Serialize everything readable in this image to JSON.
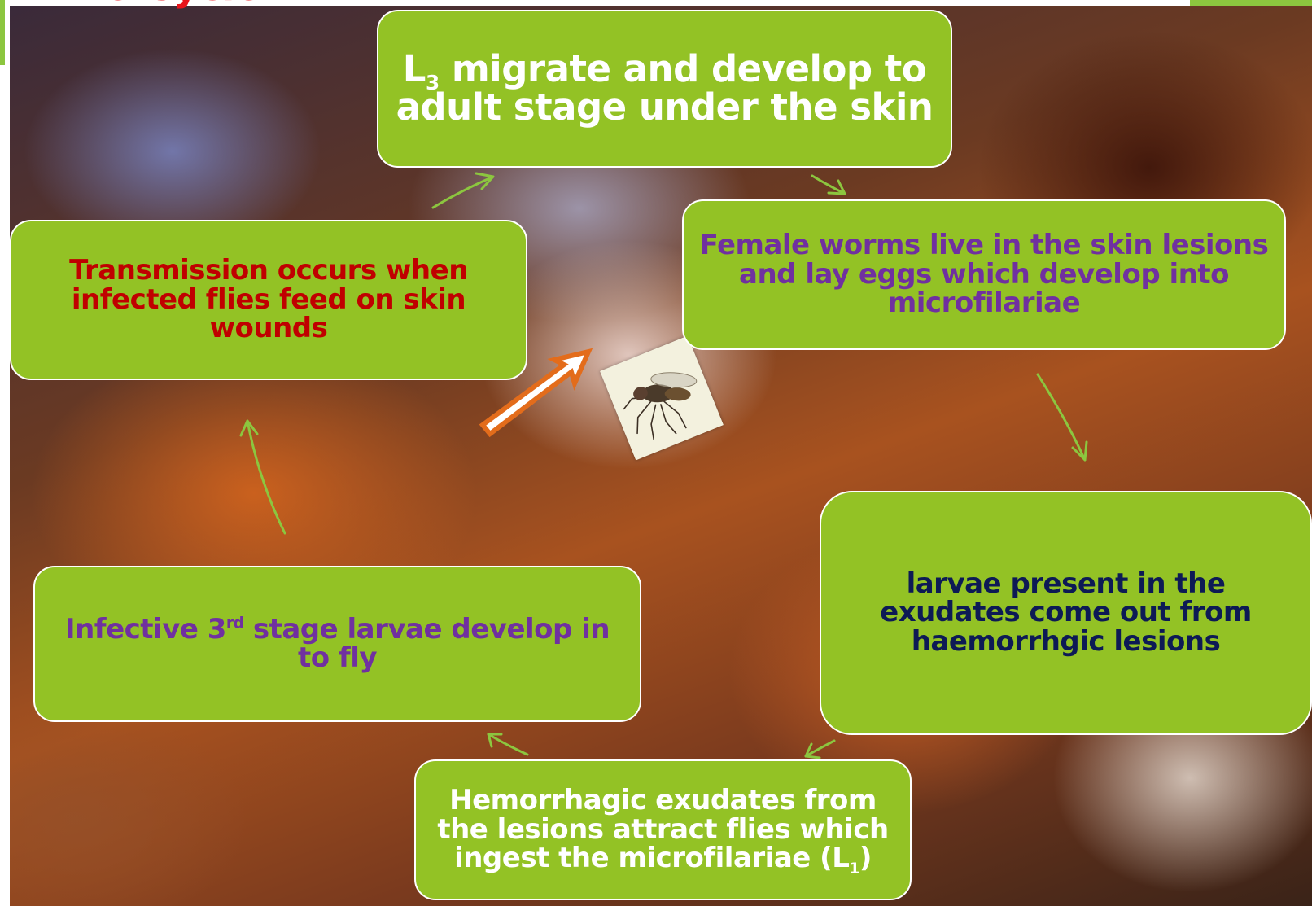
{
  "slide": {
    "title": "Life Cycle:"
  },
  "boxes": {
    "l3_migrate": {
      "text_prefix": "L",
      "text_sub": "3",
      "text_rest": " migrate and develop to adult stage under the skin",
      "color": "#ffffff"
    },
    "female_worms": {
      "text": "Female worms live in the skin lesions and  lay eggs which develop into microfilariae",
      "color": "#7030a0"
    },
    "larvae_exudates": {
      "text": "larvae present in the exudates come out from  haemorrhgic lesions",
      "color": "#0d1a55"
    },
    "hemorrhagic": {
      "text_main": "Hemorrhagic exudates from the lesions attract flies which ingest the microfilariae (L",
      "text_sub": "1",
      "text_end": ")",
      "color": "#ffffff"
    },
    "infective": {
      "text_prefix": "Infective 3",
      "text_sup": "rd",
      "text_rest": " stage larvae develop in  to fly",
      "color": "#7030a0"
    },
    "transmission": {
      "text": "Transmission occurs when infected flies feed on  skin wounds",
      "color": "#c00000"
    }
  },
  "colors": {
    "box_fill": "#93c225",
    "box_border": "#ffffff",
    "cycle_arrow": "#8cc63f",
    "pointer_arrow": "#e36c1b",
    "title": "#e8141b"
  },
  "icons": {
    "fly": "fly-photo",
    "pointer": "orange-block-arrow",
    "cycle": "green-curved-arrows"
  }
}
